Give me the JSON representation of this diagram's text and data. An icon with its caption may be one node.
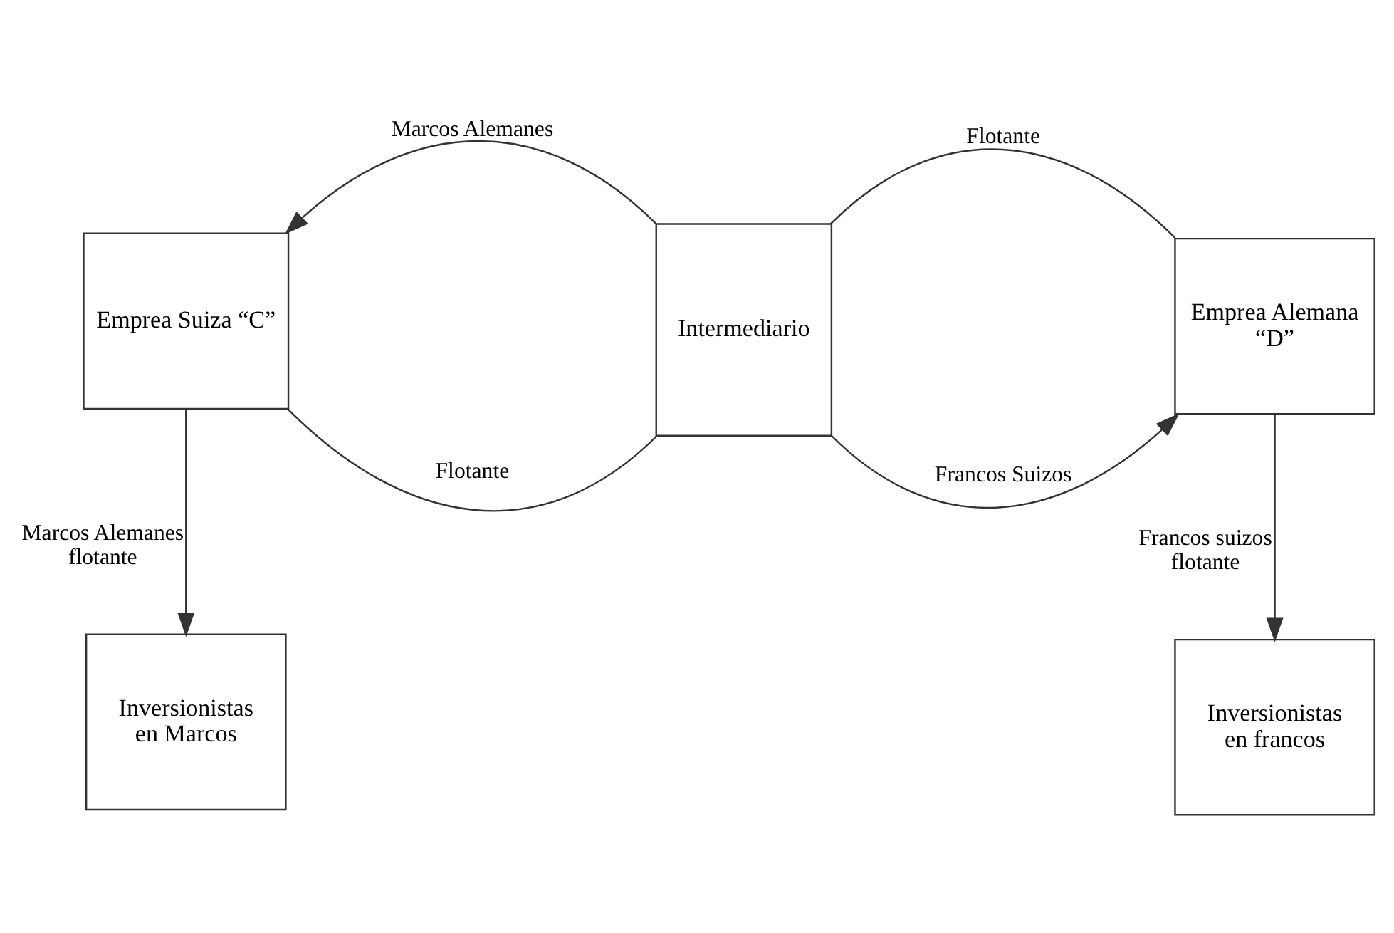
{
  "diagram": {
    "nodes": [
      {
        "text": [
          "Emprea Suiza “C”"
        ]
      },
      {
        "text": [
          "Intermediario"
        ]
      },
      {
        "text": [
          "Emprea Alemana “D”"
        ]
      },
      {
        "text": [
          "Inversionistas en Marcos"
        ]
      },
      {
        "text": [
          "Inversionistas en francos"
        ]
      }
    ],
    "edges": [
      {
        "from": 1,
        "to": 0,
        "arrow": "to",
        "label": "Marcos Alemanes"
      },
      {
        "from": 0,
        "to": 1,
        "arrow": "none",
        "label": "Flotante"
      },
      {
        "from": 1,
        "to": 2,
        "arrow": "none",
        "label": "Flotante"
      },
      {
        "from": 1,
        "to": 2,
        "arrow": "to",
        "label": "Francos Suizos"
      },
      {
        "from": 0,
        "to": 3,
        "arrow": "to",
        "label": "Marcos Alemanes flotante"
      },
      {
        "from": 2,
        "to": 4,
        "arrow": "to",
        "label": "Francos suizos flotante"
      }
    ]
  }
}
